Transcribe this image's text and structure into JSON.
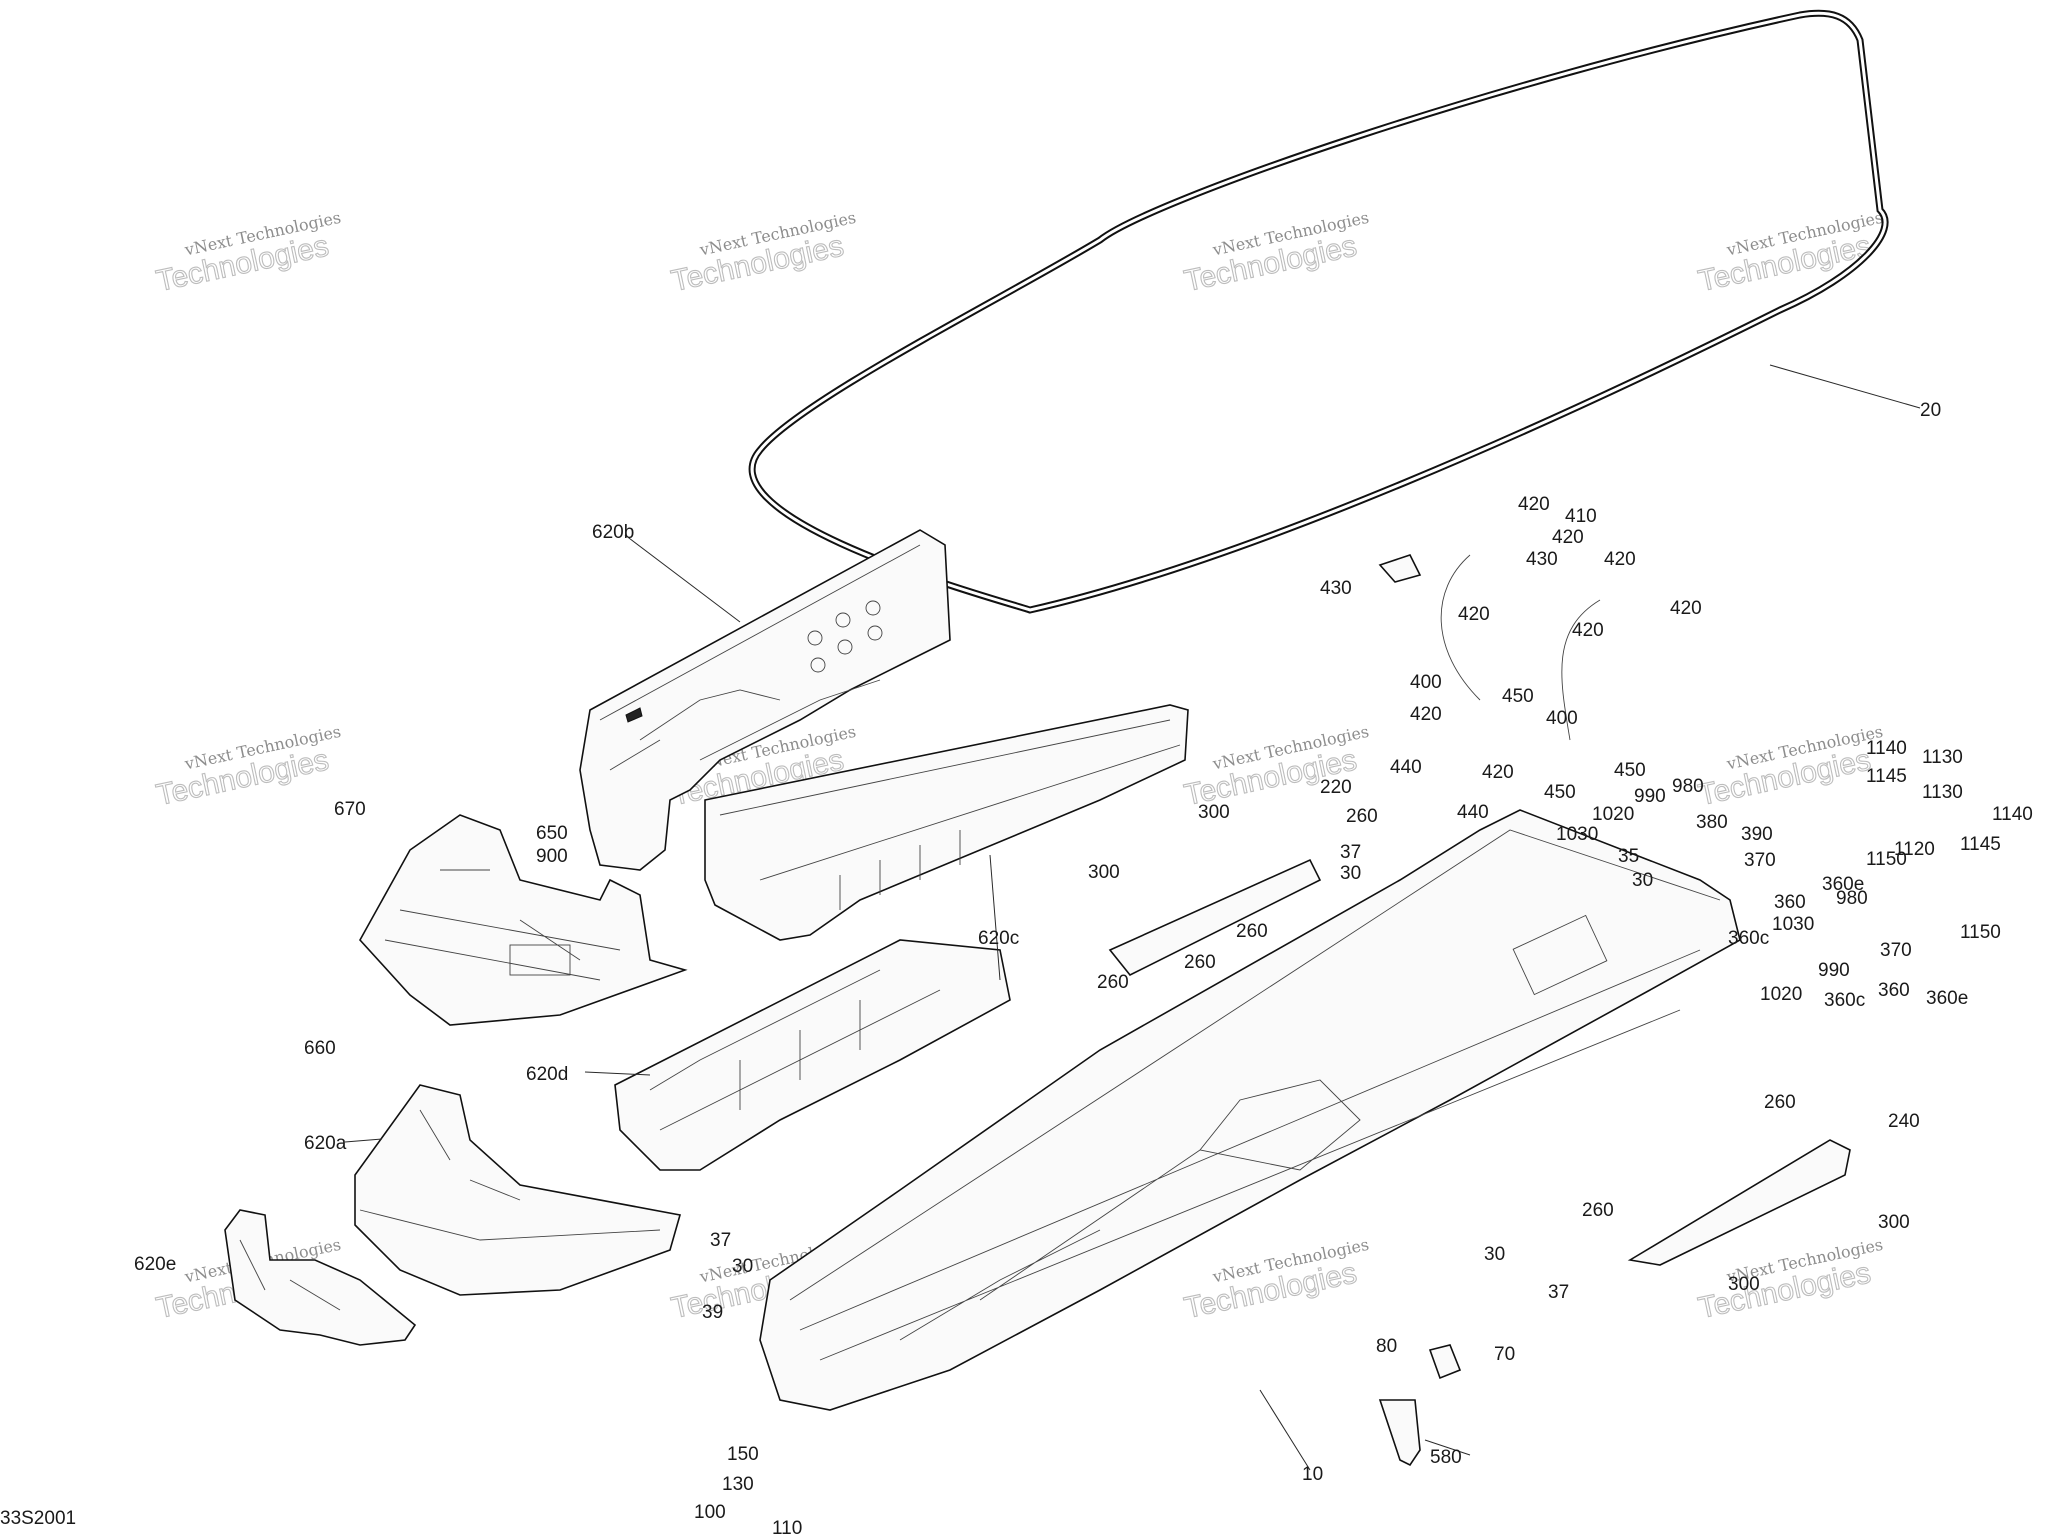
{
  "diagram_code": "33S2001",
  "watermark": {
    "line1": "vNext Technologies",
    "line2": "Technologies"
  },
  "labels": [
    "20",
    "410",
    "420",
    "420",
    "430",
    "420",
    "430",
    "420",
    "420",
    "420",
    "400",
    "450",
    "400",
    "420",
    "440",
    "420",
    "450",
    "450",
    "440",
    "220",
    "300",
    "260",
    "37",
    "30",
    "300",
    "260",
    "260",
    "260",
    "980",
    "990",
    "1020",
    "1030",
    "380",
    "390",
    "35",
    "370",
    "30",
    "360e",
    "360",
    "360c",
    "1140",
    "1130",
    "1145",
    "1130",
    "1120",
    "1150",
    "1140",
    "1145",
    "1150",
    "980",
    "1030",
    "370",
    "990",
    "1020",
    "360e",
    "360",
    "360c",
    "620b",
    "670",
    "650",
    "900",
    "620c",
    "660",
    "620d",
    "620a",
    "620e",
    "37",
    "30",
    "39",
    "260",
    "240",
    "260",
    "300",
    "300",
    "30",
    "37",
    "80",
    "70",
    "10",
    "580",
    "150",
    "130",
    "100",
    "110"
  ]
}
